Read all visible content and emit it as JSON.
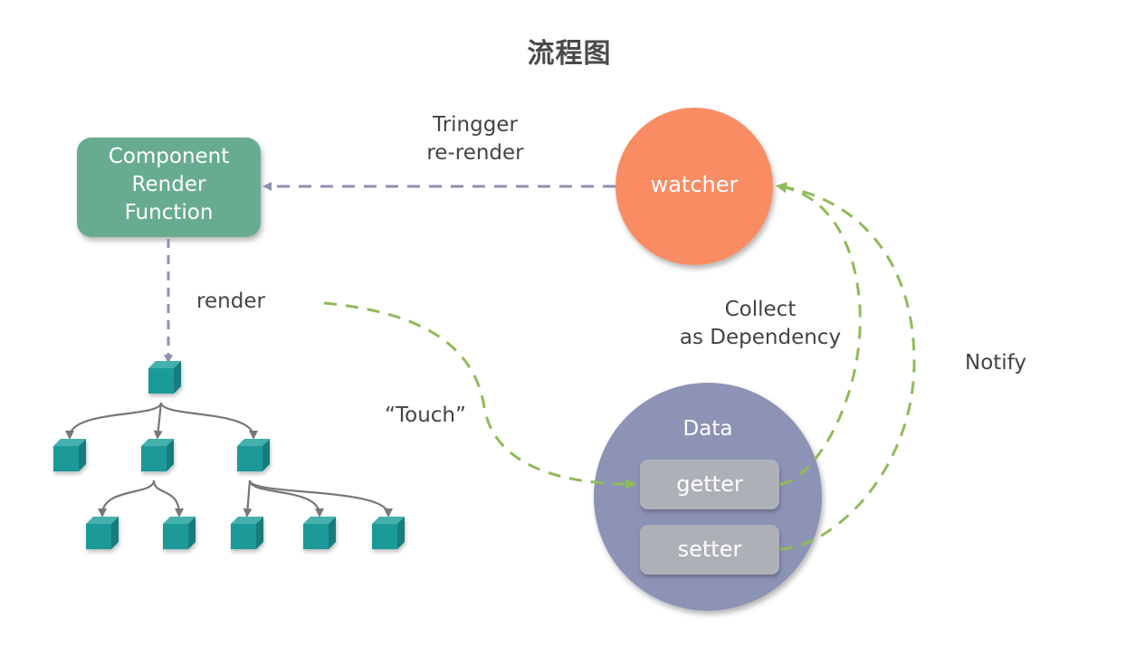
{
  "title": "流程图",
  "colors": {
    "component_box": "#68ac90",
    "watcher_circle": "#f98c63",
    "data_circle": "#8c93b5",
    "accessor_box": "#aeb0b8",
    "cube_front": "#1f9a9a",
    "cube_top": "#44b0ad",
    "cube_side": "#167c7c",
    "purple_dash": "#8e91b3",
    "green_dash": "#90bb5a",
    "tree_arrow": "#777777",
    "label_text": "#444444"
  },
  "nodes": {
    "component": {
      "lines": [
        "Component",
        "Render",
        "Function"
      ]
    },
    "watcher": {
      "label": "watcher"
    },
    "data": {
      "label": "Data",
      "getter": "getter",
      "setter": "setter"
    }
  },
  "labels": {
    "trigger": [
      "Tringger",
      "re-render"
    ],
    "render": "render",
    "touch": "“Touch”",
    "collect": [
      "Collect",
      "as Dependency"
    ],
    "notify": "Notify"
  },
  "edges": [
    {
      "from": "watcher",
      "to": "component",
      "label": "Tringger re-render",
      "style": "dashed"
    },
    {
      "from": "component",
      "to": "vdom-tree",
      "label": "render",
      "style": "dashed"
    },
    {
      "from": "vdom-tree",
      "to": "getter",
      "label": "“Touch”",
      "style": "dashed"
    },
    {
      "from": "getter",
      "to": "watcher",
      "label": "Collect as Dependency",
      "style": "dashed"
    },
    {
      "from": "setter",
      "to": "watcher",
      "label": "Notify",
      "style": "dashed"
    }
  ],
  "tree": {
    "root": "n0",
    "children": {
      "n0": [
        "n1",
        "n2",
        "n3"
      ],
      "n2": [
        "n4",
        "n5"
      ],
      "n3": [
        "n6",
        "n7",
        "n8"
      ]
    }
  }
}
